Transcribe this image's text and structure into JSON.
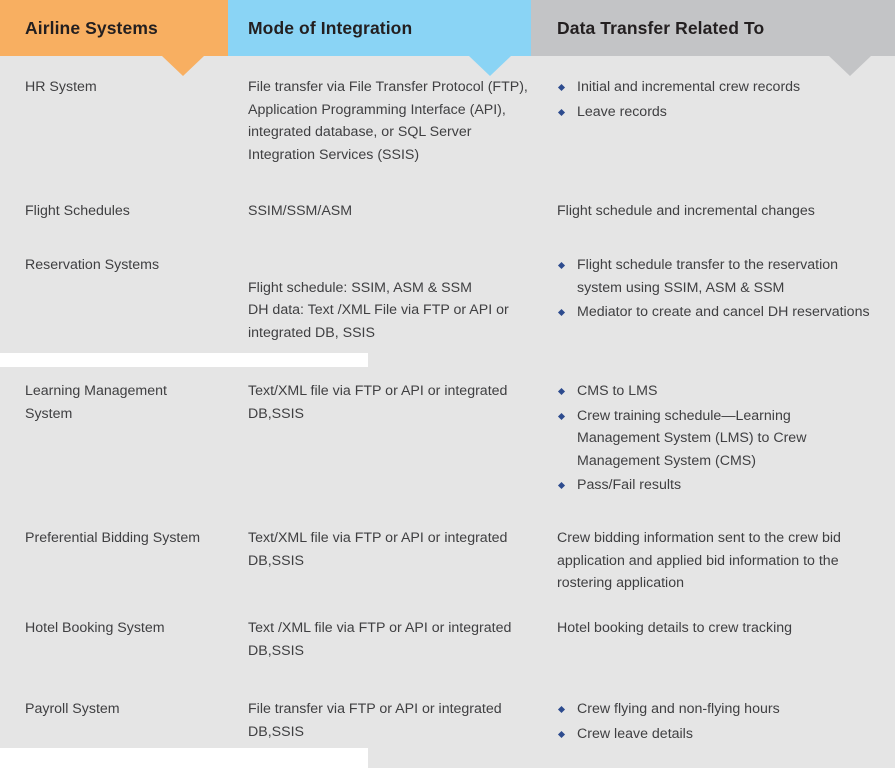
{
  "colors": {
    "col1_header_bg": "#F8AF61",
    "col2_header_bg": "#8AD4F5",
    "col3_header_bg": "#C3C4C6",
    "body_bg": "#E5E5E5",
    "bullet": "#2D4B8E",
    "header_text": "#231F20",
    "body_text": "#3F3F41"
  },
  "headers": [
    {
      "label": "Airline Systems"
    },
    {
      "label": "Mode of Integration"
    },
    {
      "label": "Data Transfer Related To"
    }
  ],
  "rows": [
    {
      "system": "HR System",
      "mode": "File transfer via File Transfer Protocol (FTP), Application Programming Interface (API), integrated database, or SQL Server Integration Services (SSIS)",
      "data_type": "bullets",
      "data": [
        "Initial and incremental crew records",
        "Leave records"
      ]
    },
    {
      "system": "Flight Schedules",
      "mode": "SSIM/SSM/ASM",
      "data_type": "plain",
      "data": [
        "Flight schedule and incremental changes"
      ]
    },
    {
      "system": "Reservation Systems",
      "mode": "Flight schedule: SSIM, ASM & SSM\nDH data: Text /XML File via FTP or API or integrated DB, SSIS",
      "data_type": "bullets",
      "data": [
        "Flight schedule transfer to the reservation system using SSIM, ASM & SSM",
        "Mediator to create and cancel DH reservations"
      ]
    },
    {
      "system": "Learning Management System",
      "mode": "Text/XML file via FTP or API or integrated DB,SSIS",
      "data_type": "bullets",
      "data": [
        "CMS to LMS",
        "Crew training schedule—Learning Management System (LMS) to Crew Management System (CMS)",
        "Pass/Fail results"
      ]
    },
    {
      "system": "Preferential Bidding System",
      "mode": "Text/XML file via FTP or API or integrated DB,SSIS",
      "data_type": "plain",
      "data": [
        "Crew bidding information sent to the crew bid application and applied bid information to the rostering application"
      ]
    },
    {
      "system": "Hotel Booking System",
      "mode": "Text /XML file via FTP or API or integrated DB,SSIS",
      "data_type": "plain",
      "data": [
        "Hotel booking details to crew tracking"
      ]
    },
    {
      "system": "Payroll System",
      "mode": "File transfer via FTP or API or integrated DB,SSIS",
      "data_type": "bullets",
      "data": [
        "Crew flying and non-flying hours",
        "Crew leave details"
      ]
    }
  ]
}
